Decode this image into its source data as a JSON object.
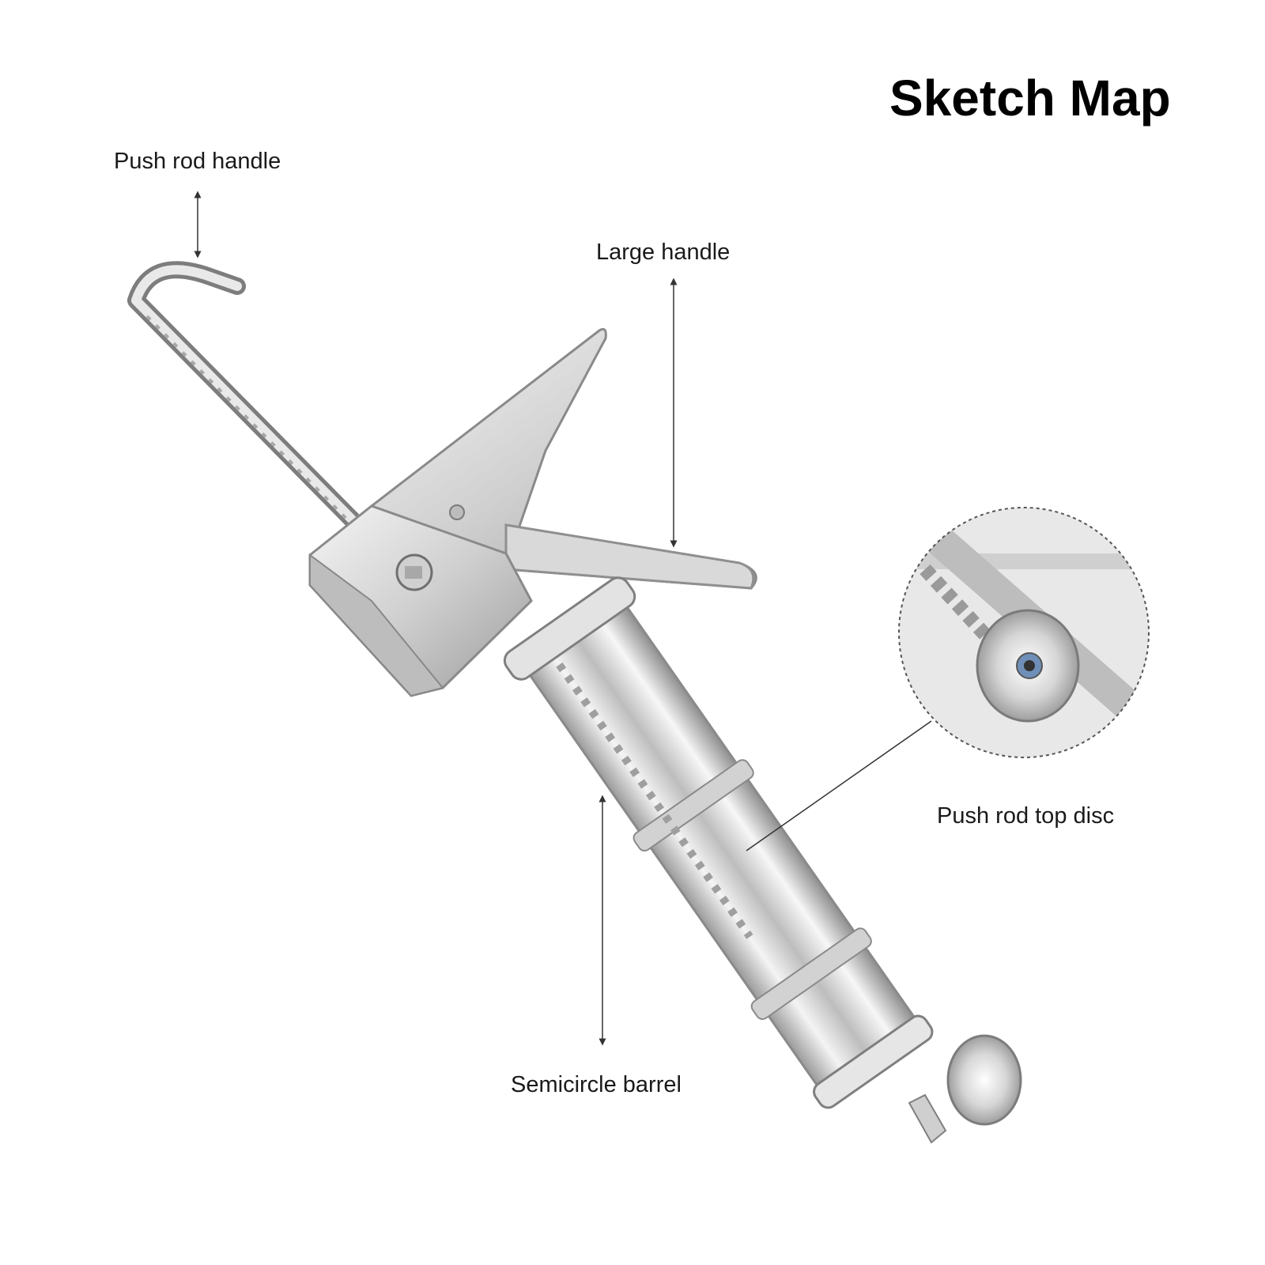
{
  "title": "Sketch Map",
  "labels": {
    "push_rod_handle": "Push rod handle",
    "large_handle": "Large handle",
    "push_rod_top_disc": "Push rod top disc",
    "semicircle_barrel": "Semicircle barrel"
  },
  "colors": {
    "background": "#ffffff",
    "metal_light": "#f2f2f2",
    "metal_mid": "#c8c8c8",
    "metal_dark": "#8a8a8a",
    "leader_line": "#333333"
  }
}
